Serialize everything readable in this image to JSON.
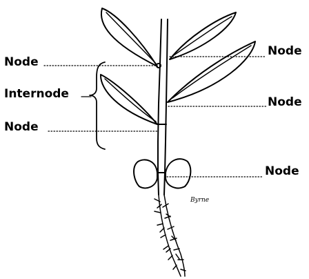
{
  "labels": {
    "left_node_top": "Node",
    "left_internode": "Internode",
    "left_node_bottom": "Node",
    "right_node_top": "Node",
    "right_node_middle": "Node",
    "right_node_bottom": "Node"
  },
  "signature": "Byrne",
  "colors": {
    "ink": "#000000",
    "background": "#ffffff"
  }
}
